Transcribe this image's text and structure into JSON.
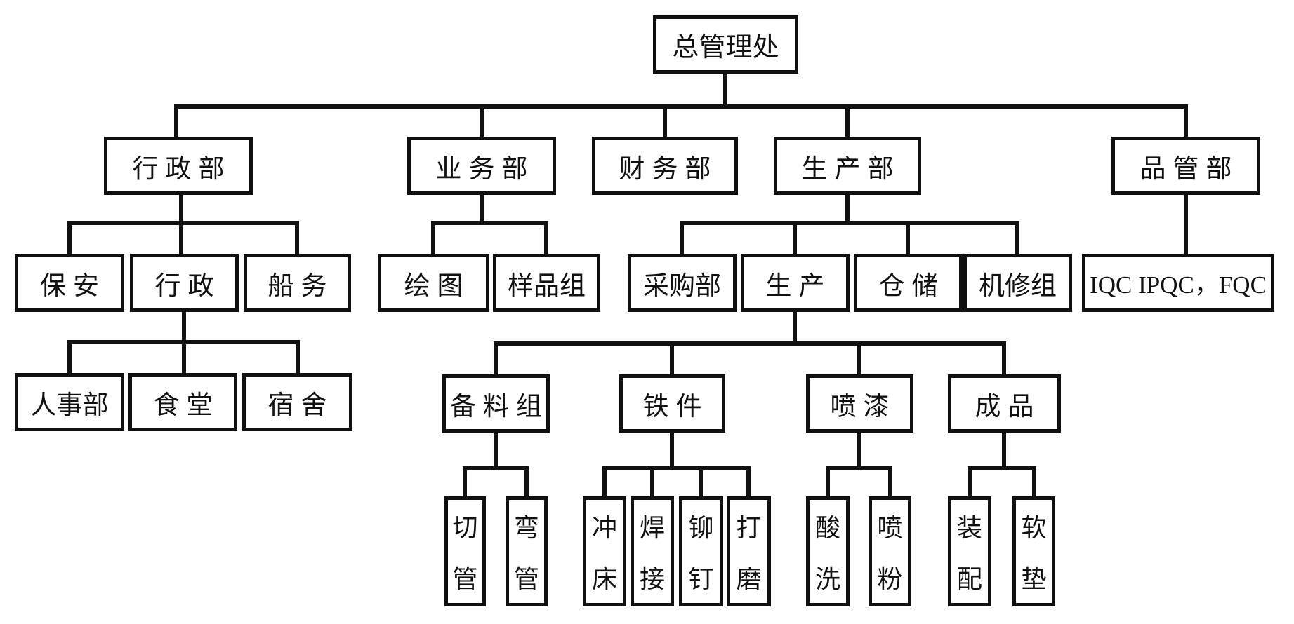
{
  "colors": {
    "line": "#111111",
    "box_border": "#101010",
    "background": "#ffffff",
    "text": "#111111"
  },
  "org": {
    "root": {
      "label": "总管理处",
      "children": [
        {
          "label": "行政部",
          "children": [
            {
              "label": "保安"
            },
            {
              "label": "行政",
              "children": [
                {
                  "label": "人事部"
                },
                {
                  "label": "食堂"
                },
                {
                  "label": "宿舍"
                }
              ]
            },
            {
              "label": "船务"
            }
          ]
        },
        {
          "label": "业务部",
          "children": [
            {
              "label": "绘图"
            },
            {
              "label": "样品组"
            }
          ]
        },
        {
          "label": "财务部"
        },
        {
          "label": "生产部",
          "children": [
            {
              "label": "采购部"
            },
            {
              "label": "生产",
              "children": [
                {
                  "label": "备料组",
                  "children": [
                    {
                      "label": "切管"
                    },
                    {
                      "label": "弯管"
                    }
                  ]
                },
                {
                  "label": "铁件",
                  "children": [
                    {
                      "label": "冲床"
                    },
                    {
                      "label": "焊接"
                    },
                    {
                      "label": "铆钉"
                    },
                    {
                      "label": "打磨"
                    }
                  ]
                },
                {
                  "label": "喷漆",
                  "children": [
                    {
                      "label": "酸洗"
                    },
                    {
                      "label": "喷粉"
                    }
                  ]
                },
                {
                  "label": "成品",
                  "children": [
                    {
                      "label": "装配"
                    },
                    {
                      "label": "软垫"
                    }
                  ]
                }
              ]
            },
            {
              "label": "仓储"
            },
            {
              "label": "机修组"
            }
          ]
        },
        {
          "label": "品管部",
          "children": [
            {
              "label": "IQC IPQC，FQC"
            }
          ]
        }
      ]
    }
  }
}
